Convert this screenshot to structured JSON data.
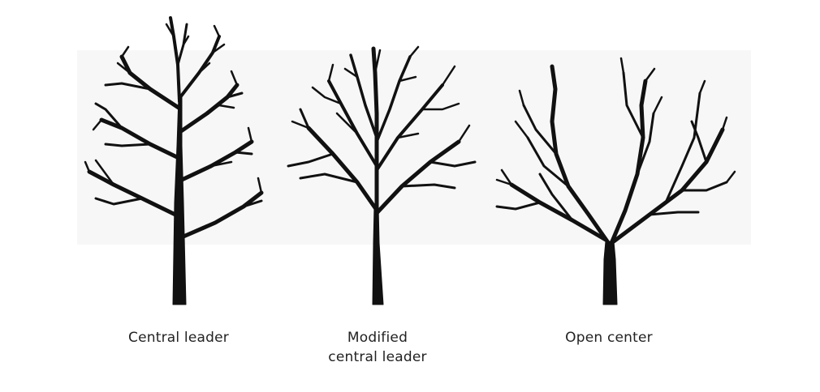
{
  "figure": {
    "trees": [
      {
        "caption": "Central leader",
        "icon": "central-leader-tree-icon"
      },
      {
        "caption": "Modified\ncentral leader",
        "icon": "modified-central-leader-tree-icon"
      },
      {
        "caption": "Open center",
        "icon": "open-center-tree-icon"
      }
    ]
  }
}
